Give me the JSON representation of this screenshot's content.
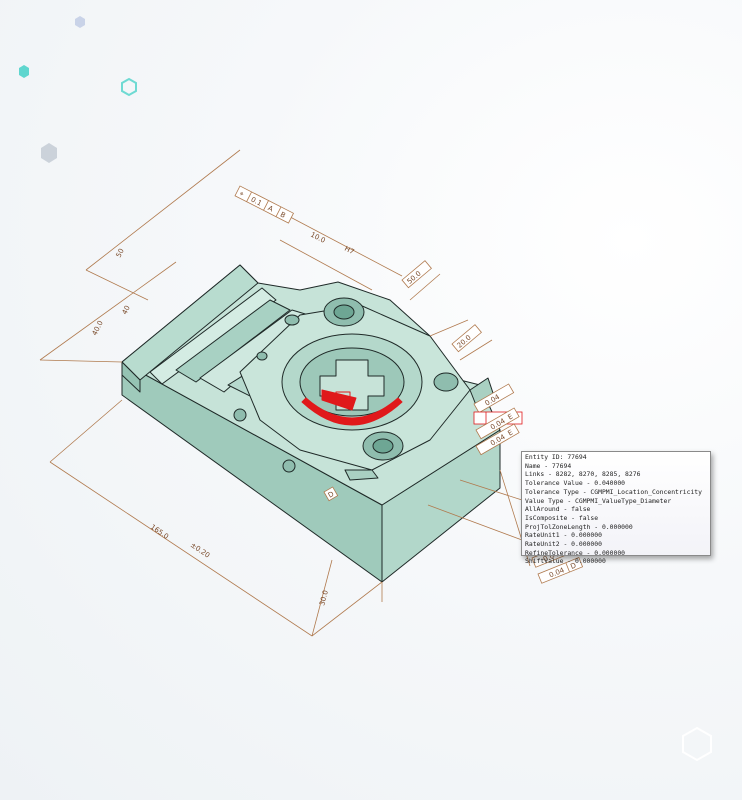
{
  "tooltip": {
    "lines": [
      "Entity ID: 77694",
      "Name - 77694",
      "Links - 8282, 8270, 8285, 8276",
      "Tolerance Value - 0.040000",
      "Tolerance Type - CGMPMI_Location_Concentricity",
      "Value Type - CGMPMI_ValueType_Diameter",
      "AllAround - false",
      "IsComposite - false",
      "ProjTolZoneLength - 0.000000",
      "RateUnit1 - 0.000000",
      "RateUnit2 - 0.000000",
      "RefineTolerance - 0.000000",
      "ShiftValue - 0.000000"
    ]
  },
  "dimensions": {
    "top_fcf": [
      "⌖",
      "0.1",
      "A",
      "B"
    ],
    "d_10_h7": "10.0",
    "h7": "H7",
    "d_50_left": "50",
    "d_40_left": "40",
    "d_40_0": "40.0",
    "d_50_right": "50.0",
    "d_20_0": "20.0",
    "d_165": "165.0",
    "tol_020": "±0.20",
    "d_side": "30.0",
    "fcf_right": [
      "0.04",
      "E"
    ],
    "fcf_bottom": [
      "0.04",
      "A",
      "0.04",
      "D"
    ],
    "datum_d": "D"
  },
  "colors": {
    "part_top": "#c5e2d7",
    "part_side": "#a9d0c2",
    "part_edge": "#1f2a28",
    "highlight": "#e0191b",
    "dimension": "#b07a4e"
  },
  "decor": [
    "hexagon-icon",
    "hexagon-icon",
    "hexagon-icon",
    "hexagon-icon",
    "hexagon-icon"
  ]
}
